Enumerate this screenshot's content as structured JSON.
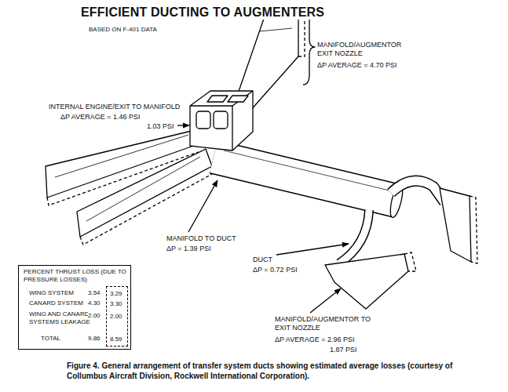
{
  "diagram": {
    "title": "EFFICIENT DUCTING TO AUGMENTERS",
    "caption": "Figure 4. General arrangement of transfer system ducts showing estimated average losses (courtesy of Collumbus Aircraft Division, Rockwell International Corporation).",
    "nodes": [
      {
        "text": [
          "PERCENT THRUST LOSS (DUE TO PRESSURE LOSSES)",
          "WING SYSTEM",
          "3.54",
          "CANARD SYSTEM",
          "4.30",
          "WING AND CANARD SYSTEMS LEAKAGE",
          "2.00",
          "TOTAL",
          "9.86"
        ]
      },
      {
        "text": [
          "3.29",
          "3.30",
          "2.00",
          "8.59"
        ],
        "in": 0
      }
    ],
    "labels": [
      "BASED ON F-401 DATA",
      "MANIFOLD/AUGMENTOR EXIT NOZZLE",
      "ΔP AVERAGE = 4.70 PSI",
      "INTERNAL ENGINE/EXIT TO MANIFOLD",
      "ΔP AVERAGE = 1.46 PSI",
      "1.03 PSI",
      "MANIFOLD TO DUCT",
      "ΔP = 1.39 PSI",
      "DUCT",
      "ΔP = 0.72 PSI",
      "MANIFOLD/AUGMENTOR TO EXIT NOZZLE",
      "ΔP AVERAGE = 2.96 PSI",
      "1.87 PSI"
    ]
  }
}
